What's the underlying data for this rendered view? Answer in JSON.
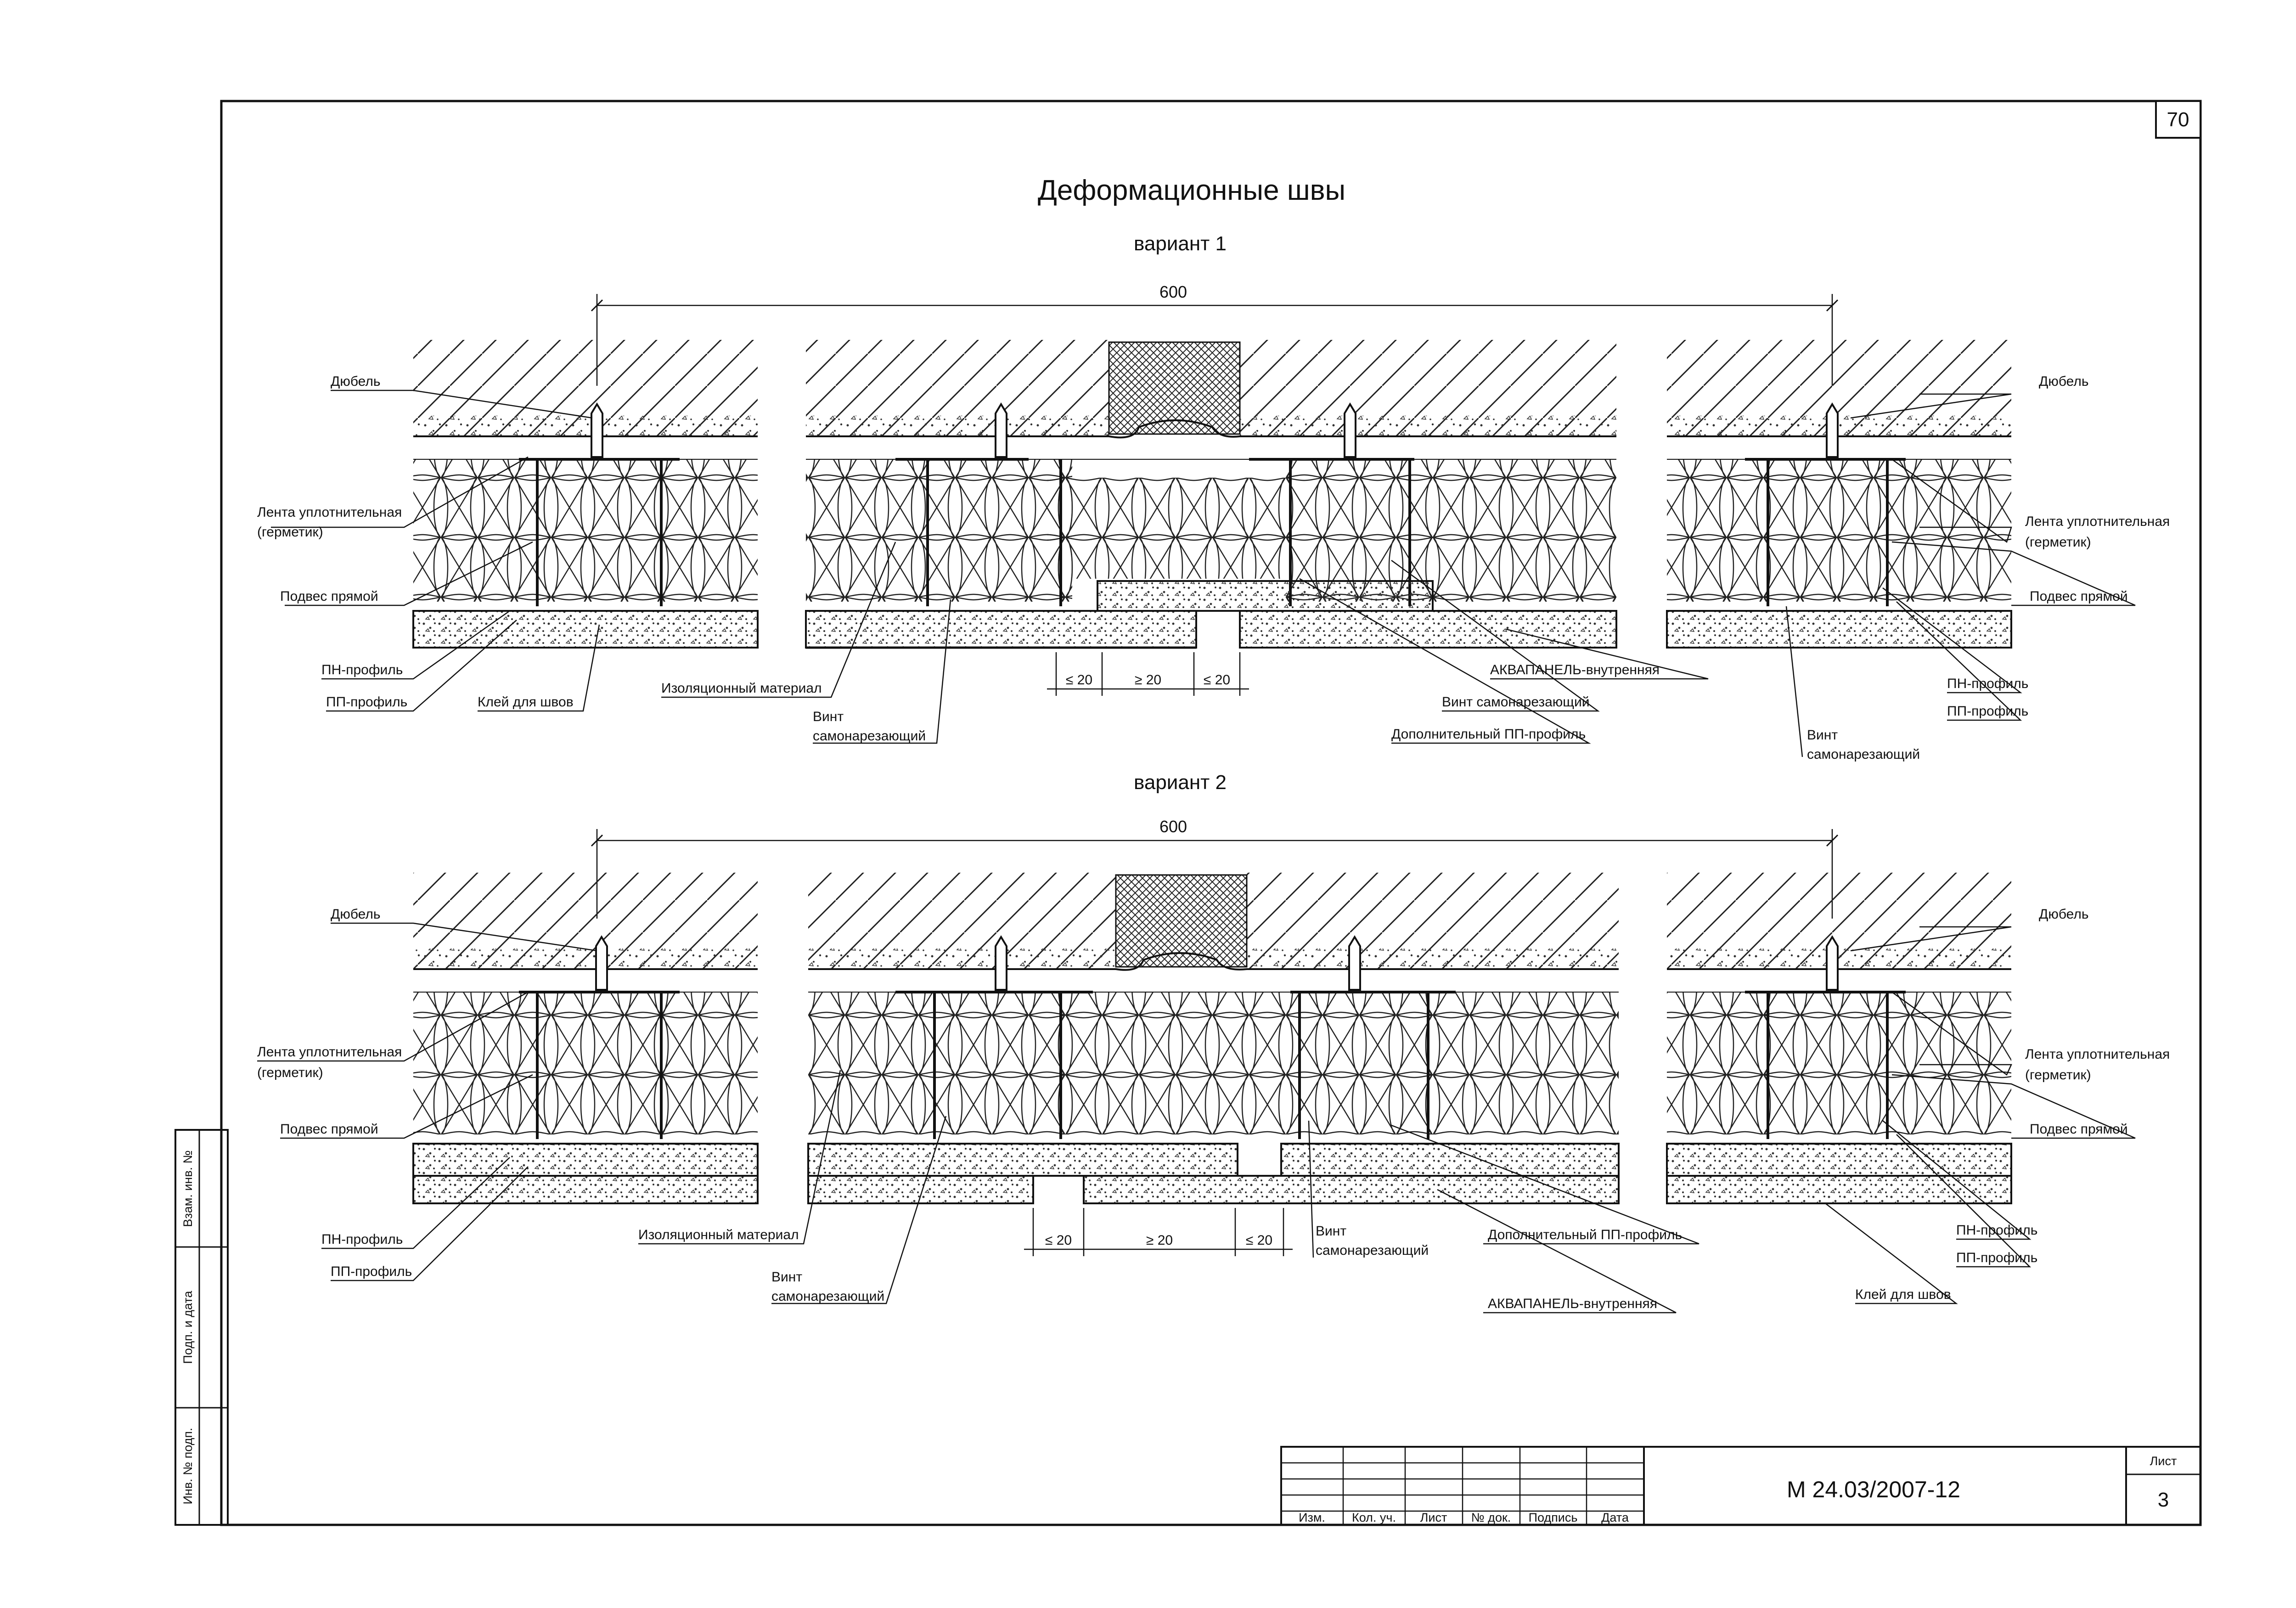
{
  "sheet": {
    "page_number": "70",
    "title": "Деформационные швы",
    "document_code": "М 24.03/2007-12",
    "sheet_label": "Лист",
    "sheet_number": "3"
  },
  "variant1": {
    "caption": "вариант 1",
    "dim_total": "600",
    "gap_dims": [
      "≤ 20",
      "≥ 20",
      "≤ 20"
    ],
    "labels": {
      "dowel_left": "Дюбель",
      "dowel_right": "Дюбель",
      "tape_left_1": "Лента уплотнительная",
      "tape_left_2": "(герметик)",
      "tape_right_1": "Лента уплотнительная",
      "tape_right_2": "(герметик)",
      "hanger_left": "Подвес прямой",
      "hanger_right": "Подвес прямой",
      "pn_left": "ПН-профиль",
      "pp_left": "ПП-профиль",
      "pn_right": "ПН-профиль",
      "pp_right": "ПП-профиль",
      "glue_left": "Клей для швов",
      "insulation": "Изоляционный материал",
      "screw_mid_1": "Винт",
      "screw_mid_2": "самонарезающий",
      "extra_pp": "Дополнительный ПП-профиль",
      "screw_right_mid": "Винт самонарезающий",
      "aquapanel": "АКВАПАНЕЛЬ-внутренняя",
      "screw_right_1": "Винт",
      "screw_right_2": "самонарезающий"
    }
  },
  "variant2": {
    "caption": "вариант 2",
    "dim_total": "600",
    "gap_dims": [
      "≤ 20",
      "≥ 20",
      "≤ 20"
    ],
    "labels": {
      "dowel_left": "Дюбель",
      "dowel_right": "Дюбель",
      "tape_left_1": "Лента уплотнительная",
      "tape_left_2": "(герметик)",
      "tape_right_1": "Лента уплотнительная",
      "tape_right_2": "(герметик)",
      "hanger_left": "Подвес прямой",
      "hanger_right": "Подвес прямой",
      "pn_left": "ПН-профиль",
      "pp_left": "ПП-профиль",
      "pn_right": "ПН-профиль",
      "pp_right": "ПП-профиль",
      "insulation": "Изоляционный материал",
      "screw_mid_1": "Винт",
      "screw_mid_2": "самонарезающий",
      "screw_center_1": "Винт",
      "screw_center_2": "самонарезающий",
      "extra_pp": "Дополнительный ПП-профиль",
      "aquapanel": "АКВАПАНЕЛЬ-внутренняя",
      "glue_right": "Клей для швов"
    }
  },
  "stamp": {
    "columns": [
      "Изм.",
      "Кол. уч.",
      "Лист",
      "№ док.",
      "Подпись",
      "Дата"
    ]
  },
  "side_strip": {
    "fields": [
      "Взам. инв. №",
      "Подп. и дата",
      "Инв. № подп."
    ]
  }
}
